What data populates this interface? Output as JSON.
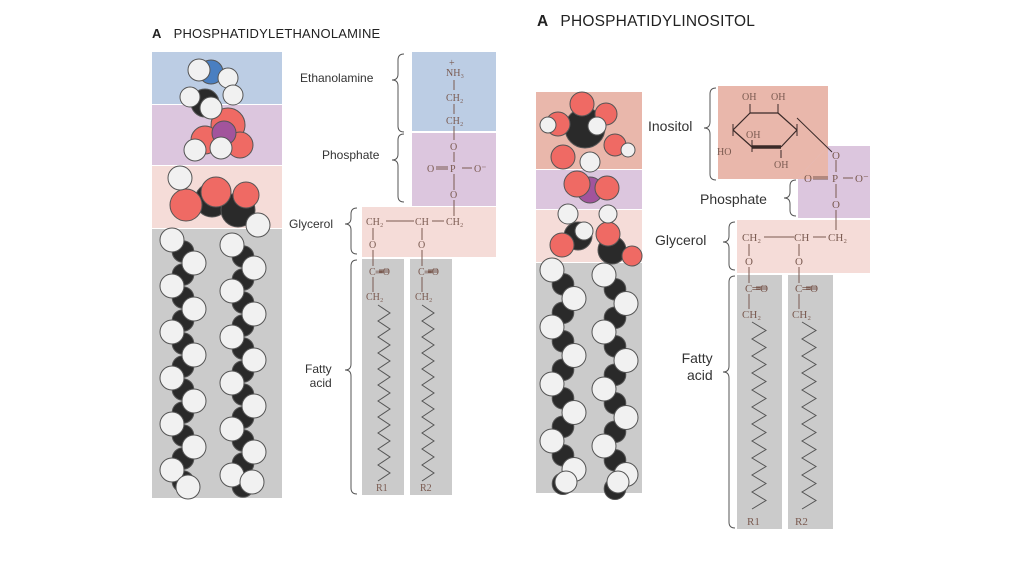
{
  "left_panel": {
    "panel_letter": "A",
    "title": "PHOSPHATIDYLETHANOLAMINE",
    "labels": {
      "ethanolamine": "Ethanolamine",
      "phosphate": "Phosphate",
      "glycerol": "Glycerol",
      "fatty_acid_line1": "Fatty",
      "fatty_acid_line2": "acid"
    },
    "formula": {
      "nh3": "NH₃",
      "plus": "+",
      "ch2_a": "CH₂",
      "ch2_b": "CH₂",
      "o_top": "O",
      "o_dbl": "O",
      "p": "P",
      "o_minus": "O⁻",
      "o_bottom": "O",
      "glycerol_ch2_left": "CH₂",
      "glycerol_ch": "CH",
      "glycerol_ch2_right": "CH₂",
      "ester_o_1": "O",
      "ester_o_2": "O",
      "carbonyl_1": "C═O",
      "carbonyl_2": "C═O",
      "chain_ch2_1": "CH₂",
      "chain_ch2_2": "CH₂",
      "r1": "R1",
      "r2": "R2"
    }
  },
  "right_panel": {
    "panel_letter": "A",
    "title": "PHOSPHATIDYLINOSITOL",
    "labels": {
      "inositol": "Inositol",
      "phosphate": "Phosphate",
      "glycerol": "Glycerol",
      "fatty_acid_line1": "Fatty",
      "fatty_acid_line2": "acid"
    },
    "formula": {
      "oh_1": "OH",
      "oh_2": "OH",
      "oh_3": "OH",
      "oh_4": "OH",
      "ho": "HO",
      "o_top": "O",
      "o_dbl": "O",
      "p": "P",
      "o_minus": "O⁻",
      "o_bottom": "O",
      "glycerol_ch2_left": "CH₂",
      "glycerol_ch": "CH",
      "glycerol_ch2_right": "CH₂",
      "ester_o_1": "O",
      "ester_o_2": "O",
      "carbonyl_1": "C═O",
      "carbonyl_2": "C═O",
      "chain_ch2_1": "CH₂",
      "chain_ch2_2": "CH₂",
      "r1": "R1",
      "r2": "R2"
    }
  },
  "colors": {
    "headgroup_blue": "#bccde4",
    "inositol_salmon": "#e9b7ab",
    "phosphate_purple": "#dcc6de",
    "glycerol_pink": "#f5dcd8",
    "fatty_gray": "#cbcbcb",
    "atom_oxygen": "#ef6a64",
    "atom_carbon": "#2a2a2a",
    "atom_hydrogen": "#f1f1f1",
    "atom_nitrogen": "#4a7fc1",
    "atom_phosphorus": "#a2549c"
  }
}
